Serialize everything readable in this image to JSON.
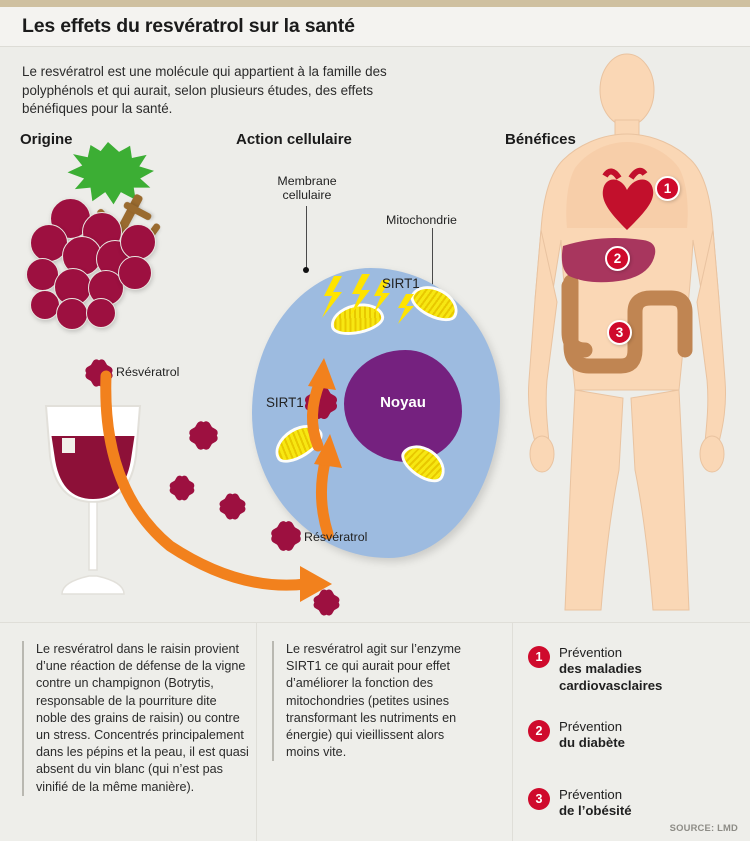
{
  "header": {
    "title": "Les effets du resvératrol sur la santé"
  },
  "intro": "Le resvératrol est une molécule qui appartient à la famille des polyphénols et qui aurait, selon plusieurs études, des effets bénéfiques pour la santé.",
  "sections": {
    "origin": "Origine",
    "cellular_action": "Action cellulaire",
    "benefits": "Bénéfices"
  },
  "origin_panel": {
    "molecule_label": "Résvératrol"
  },
  "cell_panel": {
    "membrane_label": "Membrane\ncellulaire",
    "mitochondria_label": "Mitochondrie",
    "nucleus_label": "Noyau",
    "sirt1_top_label": "SIRT1",
    "sirt1_bottom_label": "SIRT1",
    "molecule_label": "Résvératrol"
  },
  "body_panel": {
    "markers": [
      {
        "number": "1",
        "organ": "heart"
      },
      {
        "number": "2",
        "organ": "liver"
      },
      {
        "number": "3",
        "organ": "intestines"
      }
    ]
  },
  "footer": {
    "col1": "Le resvératrol dans le raisin provient d’une réaction de défense de la vigne contre un champignon (Botrytis, responsable de la pourriture dite noble des grains de raisin) ou contre un stress. Concentrés principalement dans les pépins et la peau, il est quasi absent du vin blanc (qui n’est pas vinifié de la même manière).",
    "col2": "Le resvératrol agit sur l’enzyme SIRT1 ce qui aurait pour effet d’améliorer la fonction des mitochondries (petites usines transformant les nutriments en énergie) qui vieillissent alors moins vite.",
    "benefits": [
      {
        "number": "1",
        "line1": "Prévention",
        "line2": "des maladies",
        "line3": "cardiovasclaires"
      },
      {
        "number": "2",
        "line1": "Prévention",
        "line2": "du diabète",
        "line3": ""
      },
      {
        "number": "3",
        "line1": "Prévention",
        "line2": "de l’obésité",
        "line3": ""
      }
    ],
    "source": "SOURCE: LMD"
  },
  "colors": {
    "accent_bar": "#cfc0a0",
    "red": "#cf0a2c",
    "orange": "#f2811d",
    "grape": "#9d1040",
    "leaf_green": "#3cae34",
    "cell_blue": "#9dbbe0",
    "nucleus_purple": "#75217f",
    "mito_yellow": "#f7e712",
    "skin": "#fad7b5",
    "background": "#edede9"
  }
}
